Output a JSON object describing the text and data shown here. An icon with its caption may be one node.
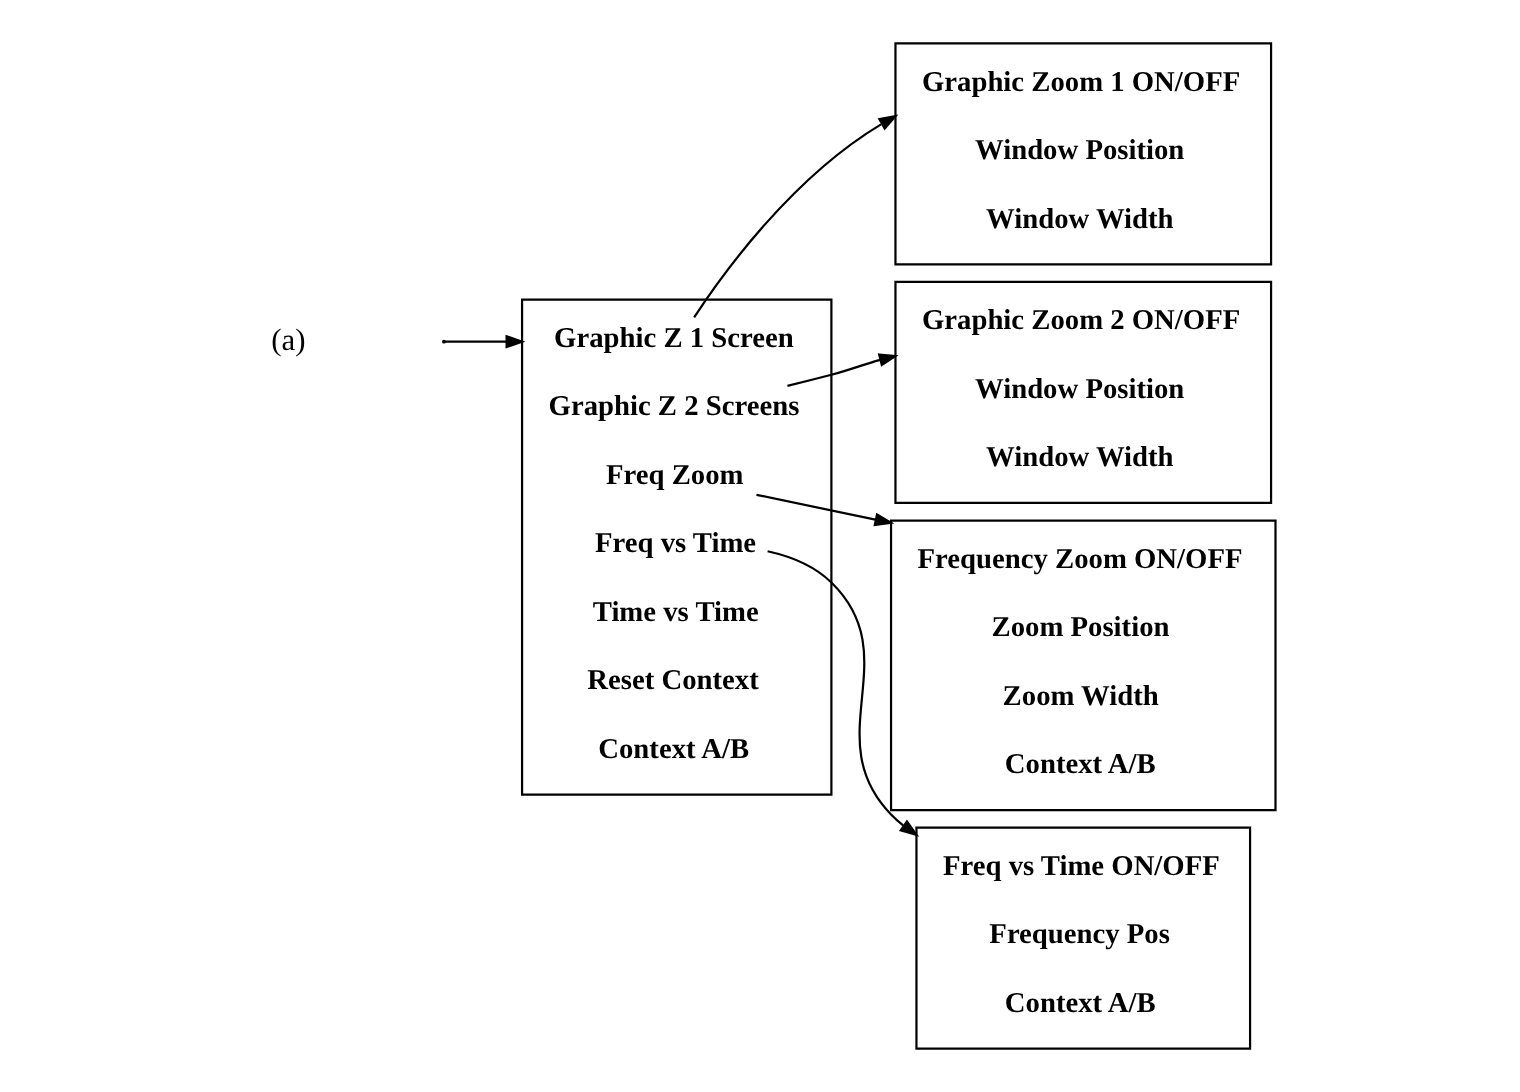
{
  "diagram": {
    "nodes": [
      {
        "text": [],
        "shape": "bar"
      },
      {
        "text": [
          "Graphic Z 1 Screen"
        ],
        "in": 0
      },
      {
        "text": [
          "Graphic Z 2 Screens"
        ],
        "in": 0
      },
      {
        "text": [
          "Freq Zoom"
        ],
        "in": 0
      },
      {
        "text": [
          "Freq vs Time"
        ],
        "in": 0
      },
      {
        "text": [
          "Time vs Time"
        ],
        "in": 0
      },
      {
        "text": [
          "Reset Context"
        ],
        "in": 0
      },
      {
        "text": [
          "Context A/B"
        ],
        "in": 0
      },
      {
        "text": [],
        "shape": "bar"
      },
      {
        "text": [
          "Graphic Zoom 1 ON/OFF"
        ],
        "in": 8
      },
      {
        "text": [
          "Window Position"
        ],
        "in": 8
      },
      {
        "text": [
          "Window Width"
        ],
        "in": 8
      },
      {
        "text": [],
        "shape": "bar"
      },
      {
        "text": [
          "Graphic Zoom 2 ON/OFF"
        ],
        "in": 12
      },
      {
        "text": [
          "Window Position"
        ],
        "in": 12
      },
      {
        "text": [
          "Window Width"
        ],
        "in": 12
      },
      {
        "text": [],
        "shape": "bar"
      },
      {
        "text": [
          "Frequency Zoom ON/OFF"
        ],
        "in": 16
      },
      {
        "text": [
          "Zoom Position"
        ],
        "in": 16
      },
      {
        "text": [
          "Zoom Width"
        ],
        "in": 16
      },
      {
        "text": [
          "Context A/B"
        ],
        "in": 16
      },
      {
        "text": [],
        "shape": "bar"
      },
      {
        "text": [
          "Freq vs Time ON/OFF"
        ],
        "in": 21
      },
      {
        "text": [
          "Frequency Pos"
        ],
        "in": 21
      },
      {
        "text": [
          "Context A/B"
        ],
        "in": 21
      }
    ],
    "edges": [
      {
        "from": null,
        "to": 0,
        "arrow": "to"
      },
      {
        "from": 1,
        "to": 8,
        "arrow": "to"
      },
      {
        "from": 2,
        "to": 12,
        "arrow": "to"
      },
      {
        "from": 3,
        "to": 16,
        "arrow": "to"
      },
      {
        "from": 4,
        "to": 21,
        "arrow": "to"
      }
    ],
    "labels": [
      "(a)"
    ]
  }
}
